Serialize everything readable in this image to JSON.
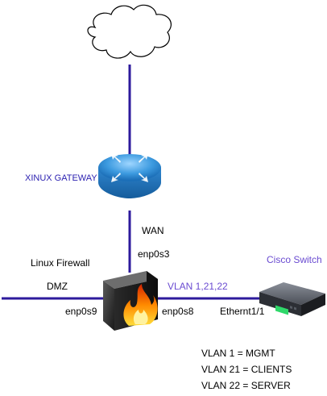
{
  "colors": {
    "link": "#2d1a9c",
    "purple_text": "#6a4bd1",
    "navy_text": "#2a1fb0",
    "router": "#4aa3e0"
  },
  "icons": {
    "internet": "cloud-icon",
    "gateway": "router-icon",
    "firewall": "firewall-icon",
    "switch": "switch-icon"
  },
  "nodes": {
    "gateway": {
      "label": "XINUX GATEWAY"
    },
    "firewall": {
      "label": "Linux Firewall"
    },
    "switch": {
      "label": "Cisco Switch"
    }
  },
  "links": {
    "wan": {
      "name": "WAN",
      "fw_if": "enp0s3"
    },
    "dmz": {
      "name": "DMZ",
      "fw_if": "enp0s9"
    },
    "trunk": {
      "name": "VLAN 1,21,22",
      "fw_if": "enp0s8",
      "sw_if": "Ethernt1/1"
    }
  },
  "vlans": [
    "VLAN 1 = MGMT",
    "VLAN 21 = CLIENTS",
    "VLAN 22 = SERVER"
  ]
}
